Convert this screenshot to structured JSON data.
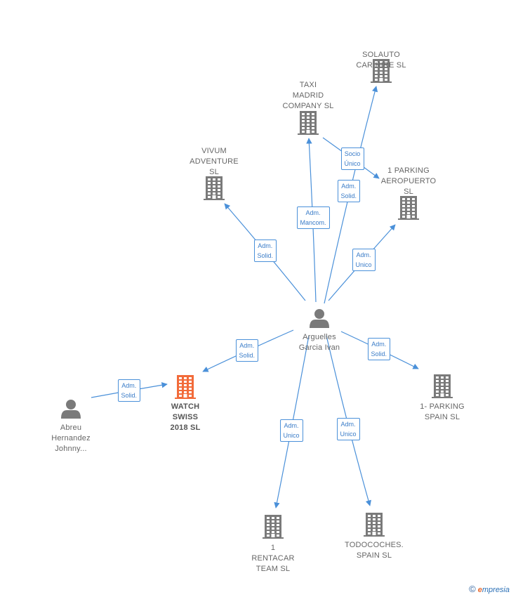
{
  "colors": {
    "edge": "#4a90d9",
    "company": "#7a7a7a",
    "focus": "#f26b3a",
    "person": "#7a7a7a"
  },
  "nodes": [
    {
      "id": "arguelles",
      "kind": "person",
      "label": "Arguelles\nGarcia Ivan"
    },
    {
      "id": "abreu",
      "kind": "person",
      "label": "Abreu\nHernandez\nJohnny..."
    },
    {
      "id": "watch",
      "kind": "focus",
      "label": "WATCH\nSWISS\n2018  SL"
    },
    {
      "id": "solauto",
      "kind": "company",
      "label": "SOLAUTO\nCAR HIRE  SL"
    },
    {
      "id": "taxi",
      "kind": "company",
      "label": "TAXI\nMADRID\nCOMPANY  SL"
    },
    {
      "id": "vivum",
      "kind": "company",
      "label": "VIVUM\nADVENTURE\nSL"
    },
    {
      "id": "parking_aero",
      "kind": "company",
      "label": "1 PARKING\nAEROPUERTO\nSL"
    },
    {
      "id": "parking_spain",
      "kind": "company",
      "label": "1- PARKING\nSPAIN SL"
    },
    {
      "id": "rentacar",
      "kind": "company",
      "label": "1\nRENTACAR\nTEAM  SL"
    },
    {
      "id": "todocoches",
      "kind": "company",
      "label": "TODOCOCHES.\nSPAIN SL"
    }
  ],
  "edges": [
    {
      "from": "arguelles",
      "to": "solauto",
      "label": "Adm.\nSolid."
    },
    {
      "from": "arguelles",
      "to": "taxi",
      "label": "Adm.\nMancom."
    },
    {
      "from": "taxi",
      "to": "parking_aero",
      "label": "Socio\nÚnico"
    },
    {
      "from": "arguelles",
      "to": "vivum",
      "label": "Adm.\nSolid."
    },
    {
      "from": "arguelles",
      "to": "parking_aero",
      "label": "Adm.\nUnico"
    },
    {
      "from": "arguelles",
      "to": "watch",
      "label": "Adm.\nSolid."
    },
    {
      "from": "abreu",
      "to": "watch",
      "label": "Adm.\nSolid."
    },
    {
      "from": "arguelles",
      "to": "parking_spain",
      "label": "Adm.\nSolid."
    },
    {
      "from": "arguelles",
      "to": "rentacar",
      "label": "Adm.\nUnico"
    },
    {
      "from": "arguelles",
      "to": "todocoches",
      "label": "Adm.\nUnico"
    }
  ],
  "footer": {
    "copyright": "©",
    "brand_first": "e",
    "brand_rest": "mpresia"
  }
}
